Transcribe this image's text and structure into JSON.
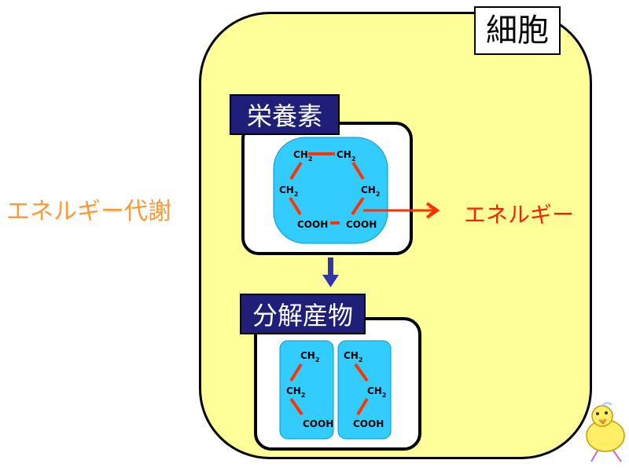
{
  "cell_label": "細胞",
  "nutrient_label": "栄養素",
  "products_label": "分解産物",
  "metabolism_label": "エネルギー代謝",
  "energy_label": "エネルギー",
  "molecule": {
    "ch2": "CH",
    "sub2": "2",
    "cooh": "COOH"
  },
  "colors": {
    "cell_fill": "#ffff99",
    "molecule_fill": "#33ccff",
    "bond": "#ff3300",
    "tag_fill": "#1f1f7a",
    "down_arrow": "#3333aa",
    "energy_arrow": "#ff3300",
    "metabolism_text": "#ff9933"
  }
}
